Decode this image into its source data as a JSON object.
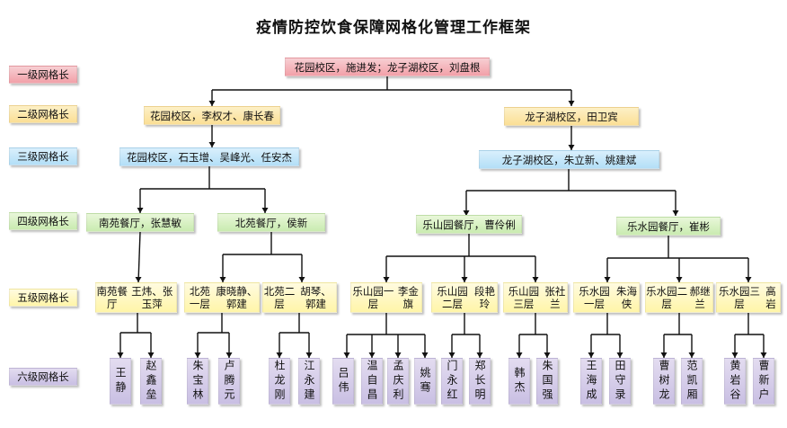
{
  "title": "疫情防控饮食保障网格化管理工作框架",
  "levels": [
    "一级网格长",
    "二级网格长",
    "三级网格长",
    "四级网格长",
    "五级网格长",
    "六级网格长"
  ],
  "level1": "花园校区，施进发；龙子湖校区，刘盘根",
  "level2": {
    "left": "花园校区，李权才、康长春",
    "right": "龙子湖校区，田卫宾"
  },
  "level3": {
    "left": "花园校区，石玉增、吴峰光、任安杰",
    "right": "龙子湖校区，朱立新、姚建斌"
  },
  "level4": [
    "南苑餐厅，张慧敏",
    "北苑餐厅，侯新",
    "乐山园餐厅，曹伶俐",
    "乐水园餐厅，崔彬"
  ],
  "level5": [
    {
      "line1": "南苑餐厅",
      "line2": "王炜、张玉萍"
    },
    {
      "line1": "北苑一层",
      "line2": "康晓静、郭建"
    },
    {
      "line1": "北苑二层",
      "line2": "胡琴、郭建"
    },
    {
      "line1": "乐山园一层",
      "line2": "李金旗"
    },
    {
      "line1": "乐山园二层",
      "line2": "段艳玲"
    },
    {
      "line1": "乐山园三层",
      "line2": "张社兰"
    },
    {
      "line1": "乐水园一层",
      "line2": "朱海侠"
    },
    {
      "line1": "乐水园二层",
      "line2": "郝继兰"
    },
    {
      "line1": "乐水园三层",
      "line2": "高岩"
    }
  ],
  "level6": [
    "王静",
    "赵鑫垒",
    "朱宝林",
    "卢腾元",
    "杜龙刚",
    "江永建",
    "吕伟",
    "温自昌",
    "孟庆利",
    "姚骞",
    "门永红",
    "郑长明",
    "韩杰",
    "朱国强",
    "王海成",
    "田守录",
    "曹树龙",
    "范凯厢",
    "黄岩谷",
    "曹新户"
  ]
}
